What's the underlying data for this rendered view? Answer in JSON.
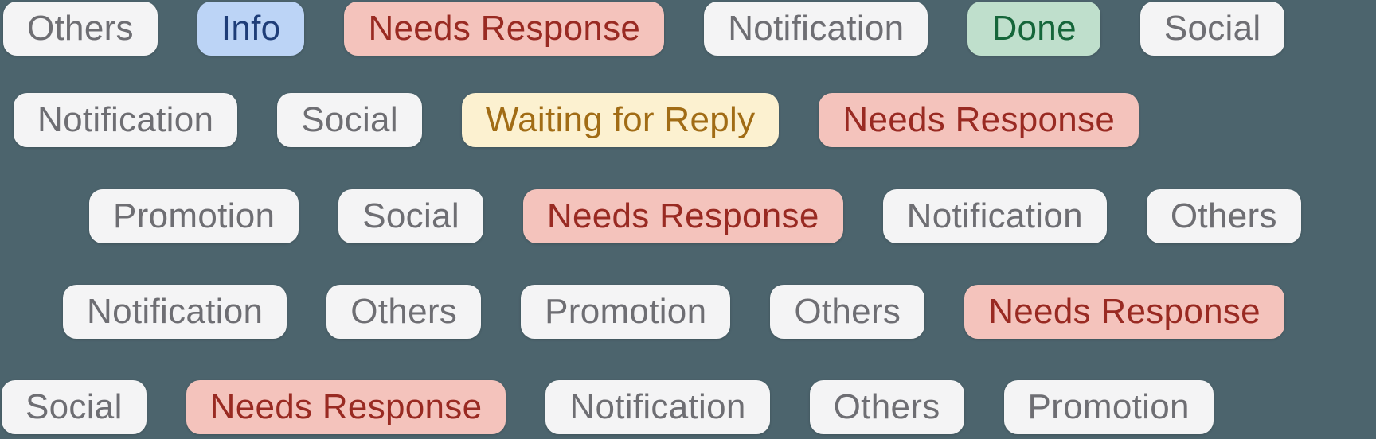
{
  "background_color": "#4c646d",
  "tag_styles": {
    "neutral": {
      "bg": "#f4f4f5",
      "fg": "#6e6e73"
    },
    "info": {
      "bg": "#bcd4f6",
      "fg": "#1e3d78"
    },
    "danger": {
      "bg": "#f4c3bc",
      "fg": "#992a22"
    },
    "success": {
      "bg": "#bfdfcc",
      "fg": "#15663a"
    },
    "warning": {
      "bg": "#fcf1d0",
      "fg": "#a16c15"
    }
  },
  "rows": [
    {
      "tags": [
        {
          "label": "Others",
          "type": "neutral"
        },
        {
          "label": "Info",
          "type": "info"
        },
        {
          "label": "Needs Response",
          "type": "danger"
        },
        {
          "label": "Notification",
          "type": "neutral"
        },
        {
          "label": "Done",
          "type": "success"
        },
        {
          "label": "Social",
          "type": "neutral"
        }
      ]
    },
    {
      "tags": [
        {
          "label": "Notification",
          "type": "neutral"
        },
        {
          "label": "Social",
          "type": "neutral"
        },
        {
          "label": "Waiting for Reply",
          "type": "warning"
        },
        {
          "label": "Needs Response",
          "type": "danger"
        }
      ]
    },
    {
      "tags": [
        {
          "label": "Promotion",
          "type": "neutral"
        },
        {
          "label": "Social",
          "type": "neutral"
        },
        {
          "label": "Needs Response",
          "type": "danger"
        },
        {
          "label": "Notification",
          "type": "neutral"
        },
        {
          "label": "Others",
          "type": "neutral"
        }
      ]
    },
    {
      "tags": [
        {
          "label": "Notification",
          "type": "neutral"
        },
        {
          "label": "Others",
          "type": "neutral"
        },
        {
          "label": "Promotion",
          "type": "neutral"
        },
        {
          "label": "Others",
          "type": "neutral"
        },
        {
          "label": "Needs Response",
          "type": "danger"
        }
      ]
    },
    {
      "tags": [
        {
          "label": "Social",
          "type": "neutral"
        },
        {
          "label": "Needs Response",
          "type": "danger"
        },
        {
          "label": "Notification",
          "type": "neutral"
        },
        {
          "label": "Others",
          "type": "neutral"
        },
        {
          "label": "Promotion",
          "type": "neutral"
        }
      ]
    }
  ]
}
